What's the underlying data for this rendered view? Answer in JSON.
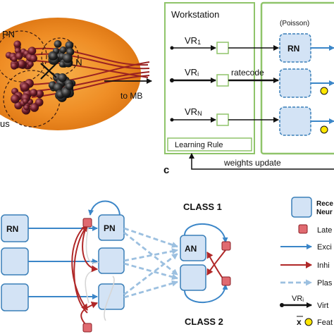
{
  "panel_a": {
    "pn_label": "PN",
    "ln_label": "LN",
    "to_mb_label": "to MB",
    "partial_label": "us"
  },
  "panel_c": {
    "panel_letter": "c",
    "workstation_title": "Workstation",
    "poisson_label": "(Poisson)",
    "vr_inputs": [
      {
        "main": "VR",
        "sub": "1"
      },
      {
        "main": "VR",
        "sub": "i"
      },
      {
        "main": "VR",
        "sub": "N"
      }
    ],
    "ratecode_label": "ratecode",
    "rn_label": "RN",
    "learning_rule_label": "Learning Rule",
    "weights_update_label": "weights update"
  },
  "panel_b": {
    "rn_label": "RN",
    "pn_label": "PN",
    "an_label": "AN",
    "class1_label": "CLASS 1",
    "class2_label": "CLASS 2"
  },
  "legend": {
    "receptor_line1": "Rece",
    "receptor_line2": "Neur",
    "lateral": "Late",
    "excitatory": "Exci",
    "inhibitory": "Inhi",
    "plastic": "Plas",
    "virtual_main": "VR",
    "virtual_sub": "i",
    "virtual_text": "Virt",
    "feature_symbol": "x",
    "feature_text": "Feat"
  },
  "colors": {
    "green": "#8fc46a",
    "blue": "#2e7cc1",
    "light_blue_fill": "#d3e3f5",
    "box_stroke": "#3a7fb8",
    "red": "#b02828",
    "pink_fill": "#e06a70",
    "orange": "#f0902a",
    "dashed_blue": "#9cc0e0"
  }
}
